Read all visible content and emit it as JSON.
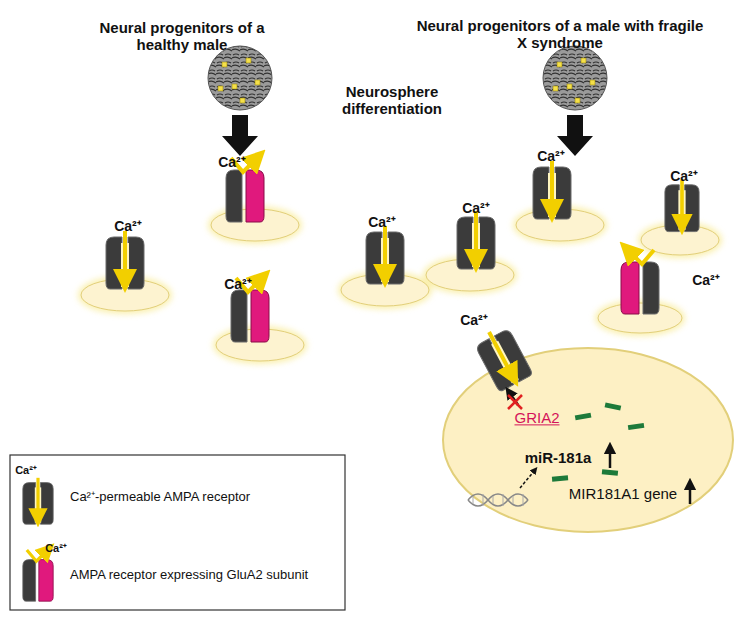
{
  "diagram": {
    "nodes": [
      {
        "text": [
          "GRIA2",
          "miR-181a",
          "MIR181A1 gene"
        ]
      }
    ],
    "labels": [
      "Neural progenitors of a healthy male",
      "Neural progenitors of a male with fragile X syndrome",
      "Neurosphere differentiation",
      "Ca²⁺",
      "Ca²⁺",
      "Ca²⁺",
      "Ca²⁺",
      "Ca²⁺",
      "Ca²⁺",
      "Ca²⁺",
      "Ca²⁺",
      "Ca²⁺",
      "Ca²⁺",
      "Ca²⁺"
    ],
    "legend": [
      {
        "text": "Ca²⁺-permeable AMPA receptor"
      },
      {
        "text": "AMPA receptor expressing GluA2 subunit"
      }
    ]
  }
}
